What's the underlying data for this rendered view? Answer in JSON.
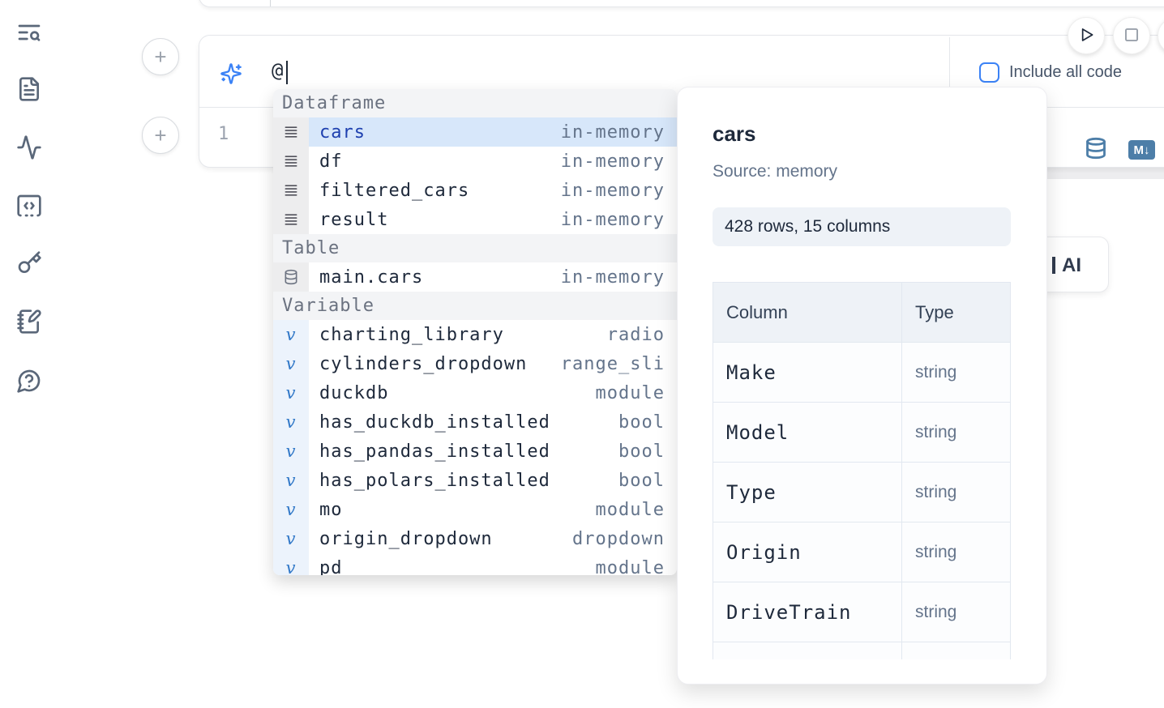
{
  "colors": {
    "accent_blue": "#3b82f6",
    "steel_blue": "#4d7ea8",
    "selected_row_bg": "#d7e7fa",
    "selected_text": "#1e40af",
    "muted_text": "#64748b",
    "dark_text": "#1e293b"
  },
  "sidebar": {
    "icons": [
      "text-search-icon",
      "file-text-icon",
      "activity-icon",
      "snippets-code-icon",
      "key-icon",
      "notebook-pen-icon",
      "help-chat-icon"
    ]
  },
  "toolbar": {
    "run_button": "play-icon",
    "stop_button": "stop-icon"
  },
  "cell": {
    "prompt_value": "@",
    "include_all_code_label": "Include all code",
    "include_all_code_checked": false,
    "line_number": "1",
    "markdown_badge": "M↓",
    "add_button_label": "+"
  },
  "autocomplete": {
    "sections": {
      "dataframe": {
        "label": "Dataframe",
        "items": [
          {
            "name": "cars",
            "type": "in-memory",
            "selected": true
          },
          {
            "name": "df",
            "type": "in-memory"
          },
          {
            "name": "filtered_cars",
            "type": "in-memory"
          },
          {
            "name": "result",
            "type": "in-memory"
          }
        ]
      },
      "table": {
        "label": "Table",
        "items": [
          {
            "name": "main.cars",
            "type": "in-memory"
          }
        ]
      },
      "variable": {
        "label": "Variable",
        "glyph": "v",
        "items": [
          {
            "name": "charting_library",
            "type": "radio"
          },
          {
            "name": "cylinders_dropdown",
            "type": "range_sli"
          },
          {
            "name": "duckdb",
            "type": "module"
          },
          {
            "name": "has_duckdb_installed",
            "type": "bool"
          },
          {
            "name": "has_pandas_installed",
            "type": "bool"
          },
          {
            "name": "has_polars_installed",
            "type": "bool"
          },
          {
            "name": "mo",
            "type": "module"
          },
          {
            "name": "origin_dropdown",
            "type": "dropdown"
          },
          {
            "name": "pd",
            "type": "module"
          }
        ]
      }
    }
  },
  "preview": {
    "title": "cars",
    "source": "Source: memory",
    "shape": "428 rows, 15 columns",
    "table": {
      "headers": [
        "Column",
        "Type"
      ],
      "rows": [
        {
          "column": "Make",
          "type": "string"
        },
        {
          "column": "Model",
          "type": "string"
        },
        {
          "column": "Type",
          "type": "string"
        },
        {
          "column": "Origin",
          "type": "string"
        },
        {
          "column": "DriveTrain",
          "type": "string"
        }
      ]
    }
  },
  "ai_card": {
    "visible_label": "AI"
  }
}
